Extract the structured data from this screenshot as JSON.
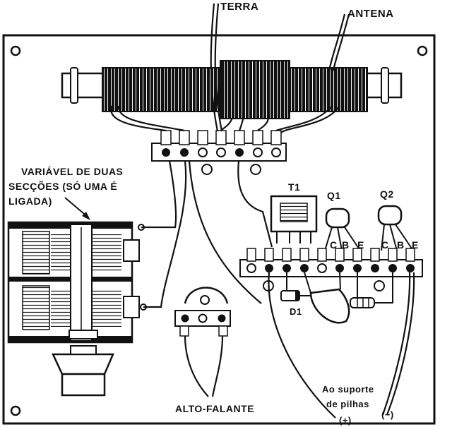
{
  "labels": {
    "terra": "TERRA",
    "antena": "ANTENA",
    "variavel_line1": "VARIÁVEL DE DUAS",
    "variavel_line2": "SECÇÕES (SÓ UMA É",
    "variavel_line3": "LIGADA)",
    "t1": "T1",
    "q1": "Q1",
    "q2": "Q2",
    "pin_c1": "C",
    "pin_b1": "B",
    "pin_e1": "E",
    "pin_c2": "C",
    "pin_b2": "B",
    "pin_e2": "E",
    "d1": "D1",
    "alto_falante": "ALTO-FALANTE",
    "suporte_line1": "Ao suporte",
    "suporte_line2": "de pilhas",
    "plus": "(+)",
    "minus": "(−)"
  },
  "colors": {
    "ink": "#111111",
    "board": "#ffffff",
    "background": "#ffffff"
  }
}
